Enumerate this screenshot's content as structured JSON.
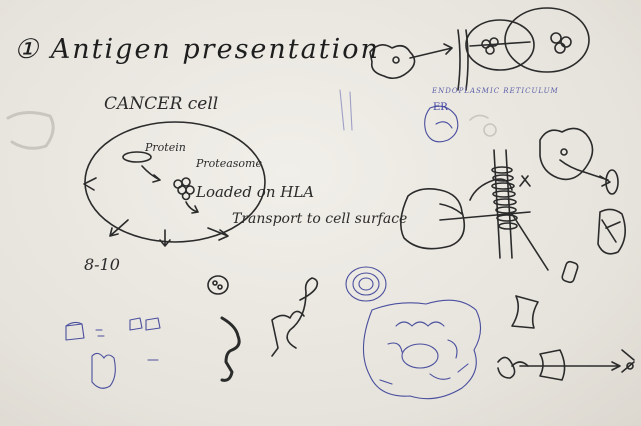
{
  "board": {
    "title": "① Antigen presentation",
    "cancer_label": "CANCER cell",
    "protein_label": "Protein",
    "proteasome_label": "Proteasome",
    "loaded_label": "Loaded on HLA",
    "transport_label": "Transport to cell surface",
    "peptide_length": "8-10",
    "endoplasmic_label": "ENDOPLASMIC RETICULUM",
    "er_label": "ER"
  },
  "colors": {
    "marker_black": "#2b2b2b",
    "pen_blue": "#4a4f9e",
    "board_white": "#efede7"
  }
}
